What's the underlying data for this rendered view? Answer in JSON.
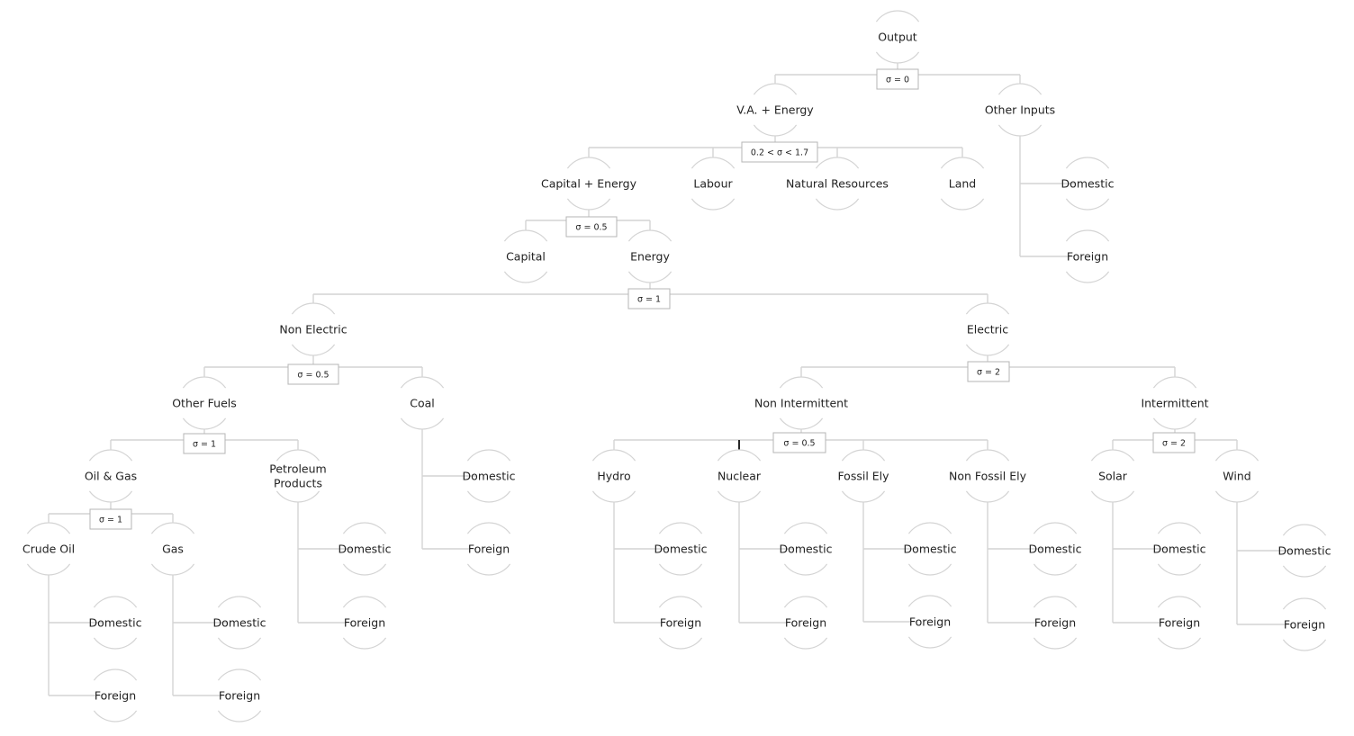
{
  "nodes": {
    "output": "Output",
    "va_energy": "V.A. + Energy",
    "other_inputs": "Other Inputs",
    "capital_energy": "Capital + Energy",
    "labour": "Labour",
    "natural_resources": "Natural Resources",
    "land": "Land",
    "oi_domestic": "Domestic",
    "oi_foreign": "Foreign",
    "capital": "Capital",
    "energy": "Energy",
    "non_electric": "Non Electric",
    "electric": "Electric",
    "other_fuels": "Other Fuels",
    "coal": "Coal",
    "oil_gas": "Oil & Gas",
    "petroleum_l1": "Petroleum",
    "petroleum_l2": "Products",
    "crude_oil": "Crude Oil",
    "gas": "Gas",
    "crude_domestic": "Domestic",
    "crude_foreign": "Foreign",
    "gas_domestic": "Domestic",
    "gas_foreign": "Foreign",
    "petroleum_domestic": "Domestic",
    "petroleum_foreign": "Foreign",
    "coal_domestic": "Domestic",
    "coal_foreign": "Foreign",
    "non_intermittent": "Non Intermittent",
    "intermittent": "Intermittent",
    "hydro": "Hydro",
    "nuclear": "Nuclear",
    "fossil_ely": "Fossil Ely",
    "non_fossil_ely": "Non Fossil Ely",
    "solar": "Solar",
    "wind": "Wind",
    "hydro_domestic": "Domestic",
    "hydro_foreign": "Foreign",
    "nuclear_domestic": "Domestic",
    "nuclear_foreign": "Foreign",
    "fossil_domestic": "Domestic",
    "fossil_foreign": "Foreign",
    "nonfossil_domestic": "Domestic",
    "nonfossil_foreign": "Foreign",
    "solar_domestic": "Domestic",
    "solar_foreign": "Foreign",
    "wind_domestic": "Domestic",
    "wind_foreign": "Foreign"
  },
  "sigmas": {
    "output": "σ = 0",
    "va_energy": "0.2 < σ < 1.7",
    "capital_energy": "σ = 0.5",
    "energy": "σ = 1",
    "non_electric": "σ = 0.5",
    "electric": "σ = 2",
    "other_fuels": "σ = 1",
    "non_intermittent": "σ = 0.5",
    "intermittent": "σ = 2",
    "oil_gas": "σ = 1"
  }
}
